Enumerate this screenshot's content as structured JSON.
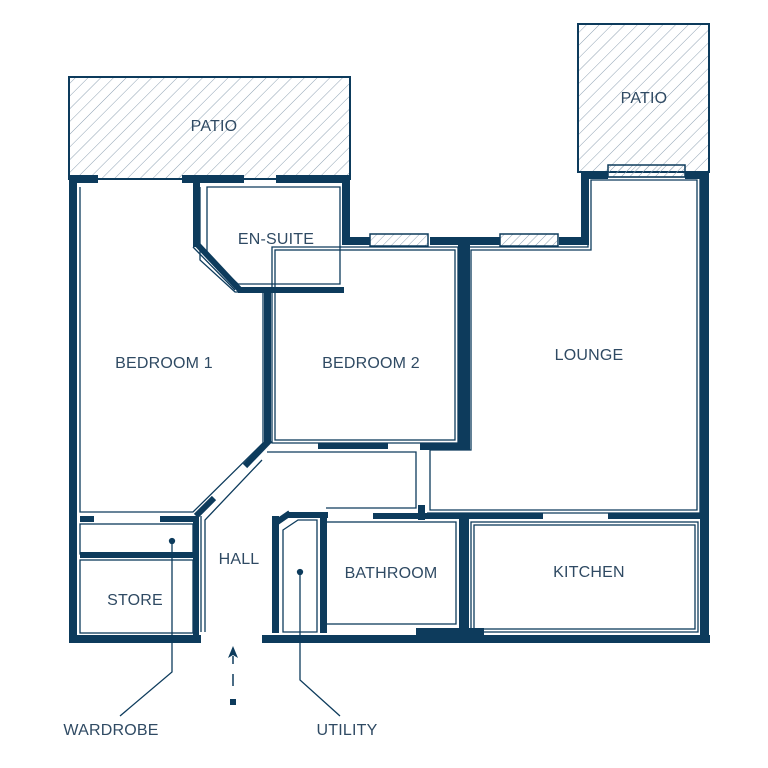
{
  "colors": {
    "wall": "#0d3b5c",
    "inner_line": "#0d3b5c",
    "text": "#2f4a63",
    "hatch": "#8fa2b3",
    "background": "#ffffff"
  },
  "rooms": {
    "patio_left": "PATIO",
    "patio_right": "PATIO",
    "en_suite": "EN-SUITE",
    "bedroom_1": "BEDROOM 1",
    "bedroom_2": "BEDROOM 2",
    "lounge": "LOUNGE",
    "hall": "HALL",
    "store": "STORE",
    "bathroom": "BATHROOM",
    "kitchen": "KITCHEN"
  },
  "callouts": {
    "wardrobe": "WARDROBE",
    "utility": "UTILITY"
  },
  "icons": {
    "entrance": "entrance-arrow-icon"
  }
}
